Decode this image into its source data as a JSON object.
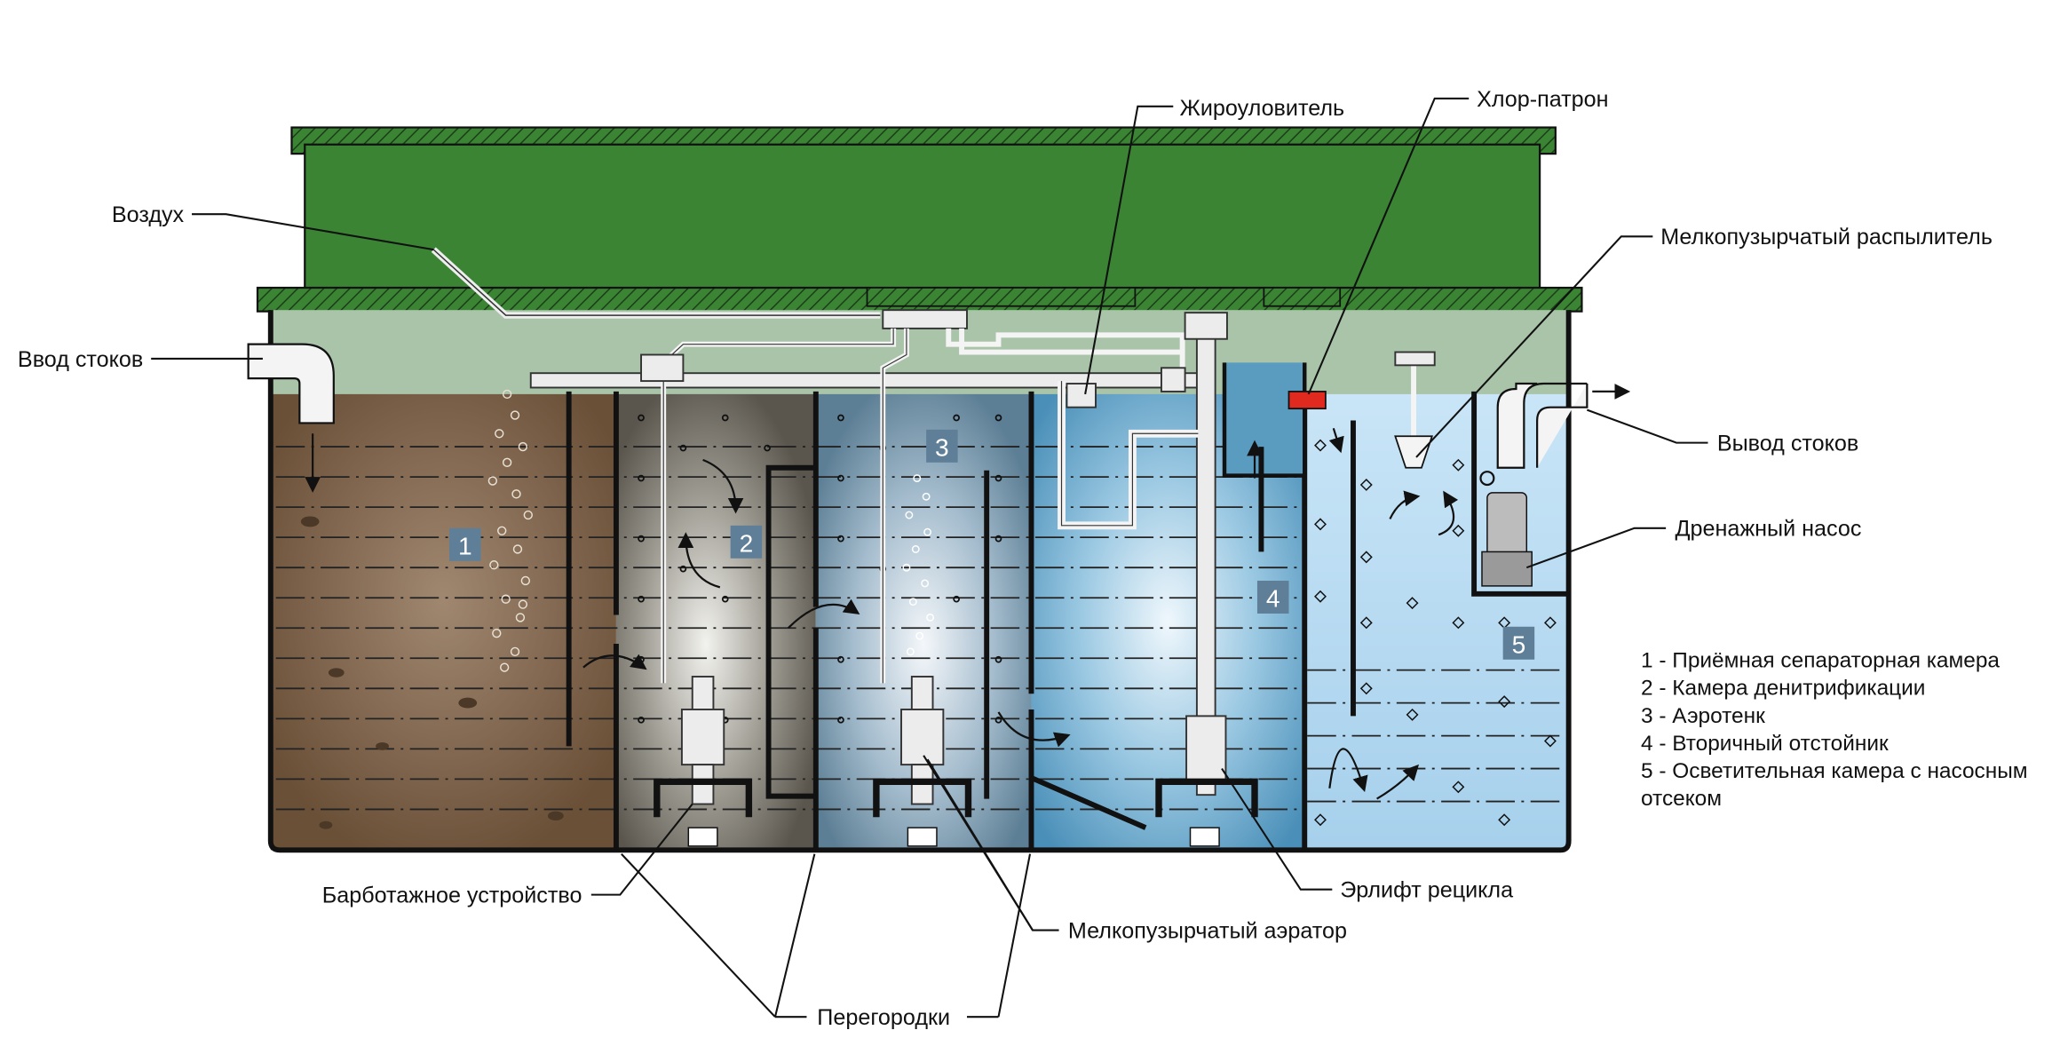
{
  "labels": {
    "air": "Воздух",
    "inlet": "Ввод стоков",
    "grease_trap": "Жироуловитель",
    "chlorine": "Хлор-патрон",
    "fine_sprayer": "Мелкопузырчатый распылитель",
    "outlet": "Вывод стоков",
    "drain_pump": "Дренажный насос",
    "bubbler": "Барботажное устройство",
    "fine_aerator": "Мелкопузырчатый аэратор",
    "airlift": "Эрлифт рецикла",
    "partitions": "Перегородки"
  },
  "chamber_numbers": [
    "1",
    "2",
    "3",
    "4",
    "5"
  ],
  "legend": [
    "1 - Приёмная сепараторная камера",
    "2 - Камера денитрификации",
    "3 - Аэротенк",
    "4 - Вторичный отстойник",
    "5 - Осветительная камера с насосным",
    "отсеком"
  ],
  "colors": {
    "lid": "#3a8434",
    "air_gap": "#a9c4a9",
    "chamber1": "#7a6047",
    "chamber2": "#6e6a62",
    "chamber3": "#6a8ea5",
    "chamber4": "#5a9bc0",
    "chamber5": "#a9d2ee",
    "chlorine": "#e02a20",
    "badge": "#5f7f99"
  }
}
